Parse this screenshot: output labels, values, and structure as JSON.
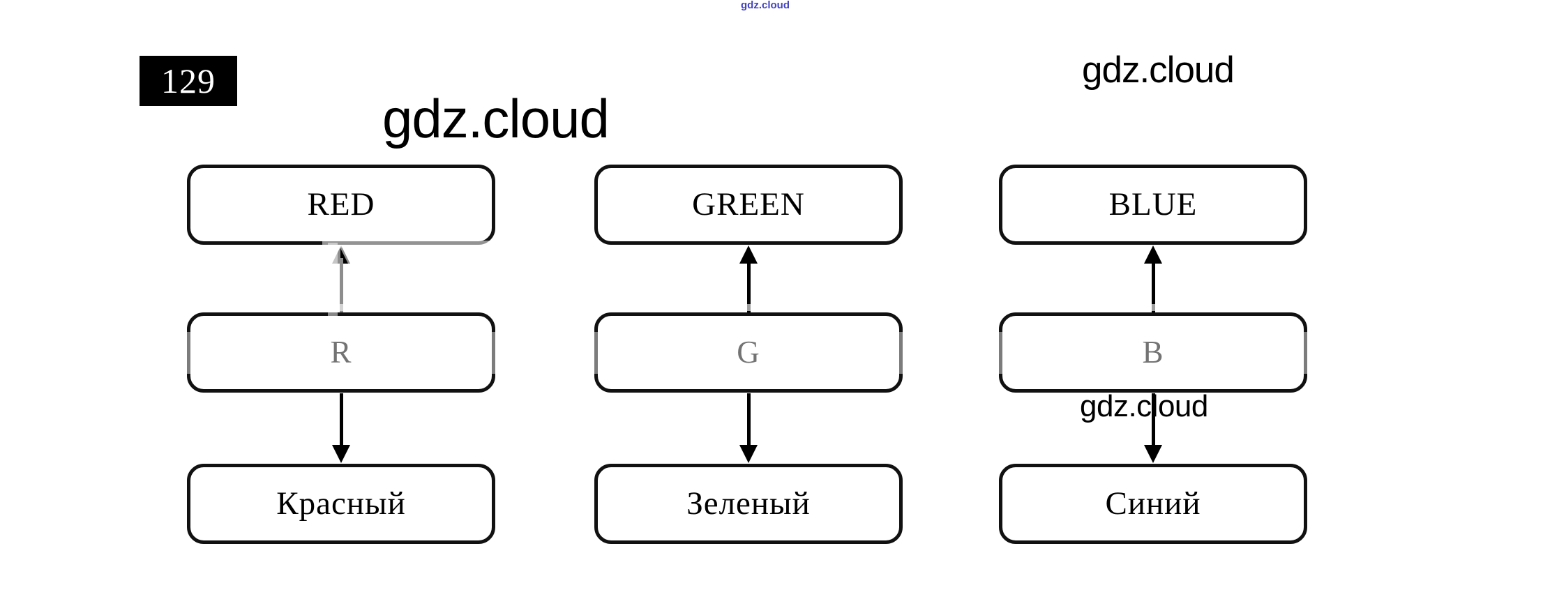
{
  "page": {
    "exercise_number": "129",
    "background_color": "#ffffff",
    "line_color": "#111111",
    "text_color": "#000000"
  },
  "watermarks": {
    "small_top": {
      "text": "gdz.cloud",
      "color": "#4343c4"
    },
    "center_big": {
      "text": "gdz.cloud",
      "color": "#000000"
    },
    "top_right": {
      "text": "gdz.cloud",
      "color": "#000000"
    },
    "under_b_box": {
      "text": "gdz.cloud",
      "color": "#000000"
    }
  },
  "diagram": {
    "type": "flow-columns",
    "columns": [
      {
        "id": "red",
        "english_label": "RED",
        "channel_label": "R",
        "russian_label": "Красный",
        "arrow_up_state": "faded",
        "arrow_down_state": "normal"
      },
      {
        "id": "green",
        "english_label": "GREEN",
        "channel_label": "G",
        "russian_label": "Зеленый",
        "arrow_up_state": "normal",
        "arrow_down_state": "normal"
      },
      {
        "id": "blue",
        "english_label": "BLUE",
        "channel_label": "B",
        "russian_label": "Синий",
        "arrow_up_state": "normal",
        "arrow_down_state": "normal"
      }
    ]
  }
}
